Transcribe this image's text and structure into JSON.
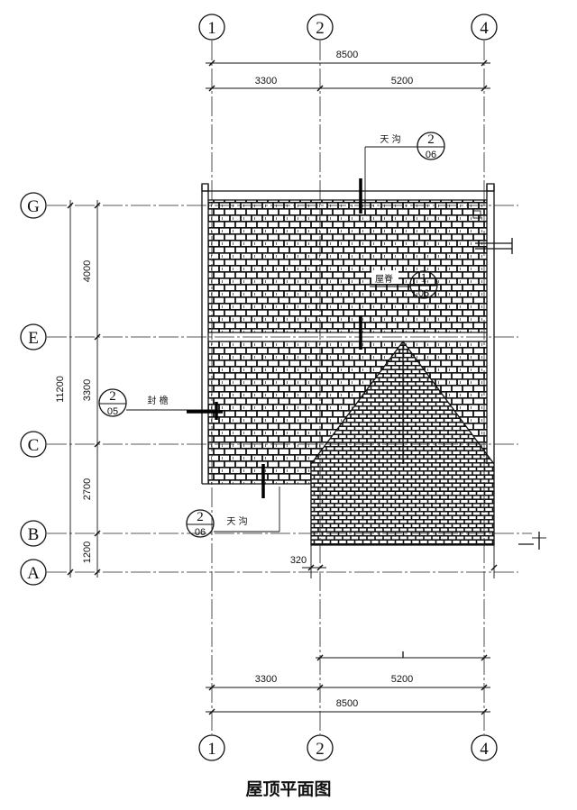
{
  "title": "屋顶平面图",
  "grid_columns": [
    {
      "label": "1"
    },
    {
      "label": "2"
    },
    {
      "label": "4"
    }
  ],
  "grid_rows": [
    {
      "label": "G"
    },
    {
      "label": "E"
    },
    {
      "label": "C"
    },
    {
      "label": "B"
    },
    {
      "label": "A"
    }
  ],
  "dimensions": {
    "top_total": "8500",
    "top_bays": [
      "3300",
      "5200"
    ],
    "bottom_bays": [
      "3300",
      "5200"
    ],
    "bottom_total": "8500",
    "left_total": "11200",
    "left_bays": [
      "4000",
      "3300",
      "2700",
      "1200"
    ],
    "overhang": "320"
  },
  "callouts": [
    {
      "label": "天 沟",
      "number": "2",
      "sheet": "06"
    },
    {
      "label": "屋脊",
      "number": "1",
      "sheet": "06"
    },
    {
      "label": "封 檐",
      "number": "2",
      "sheet": "05"
    },
    {
      "label": "天 沟",
      "number": "2",
      "sheet": "06"
    }
  ]
}
